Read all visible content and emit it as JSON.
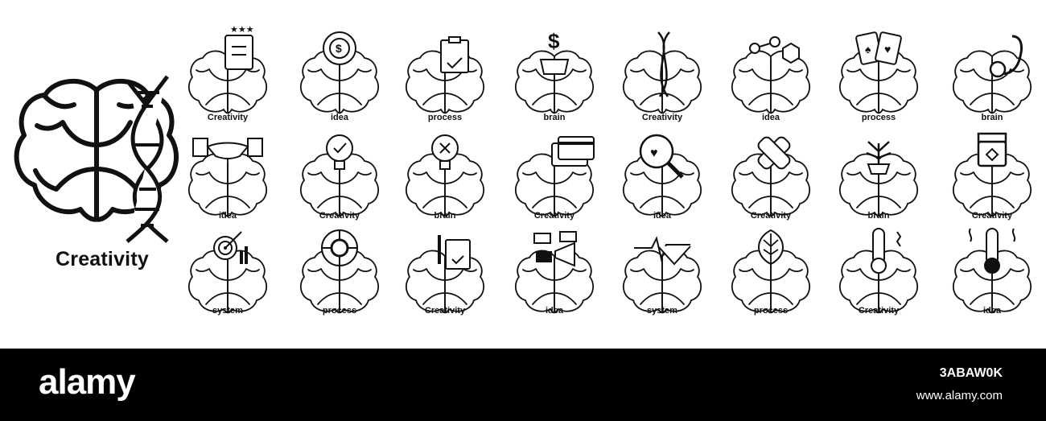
{
  "hero": {
    "title": "Creativity",
    "icon": "brain-dna-icon"
  },
  "icons": [
    {
      "label": "Creativity",
      "icon": "brain-checklist-stars-icon"
    },
    {
      "label": "idea",
      "icon": "brain-dollar-cycle-icon"
    },
    {
      "label": "process",
      "icon": "brain-clipboard-check-icon"
    },
    {
      "label": "brain",
      "icon": "brain-money-plant-icon"
    },
    {
      "label": "Creativity",
      "icon": "brain-dna-icon"
    },
    {
      "label": "idea",
      "icon": "brain-molecule-icon"
    },
    {
      "label": "process",
      "icon": "brain-playing-cards-icon"
    },
    {
      "label": "brain",
      "icon": "brain-stethoscope-icon"
    },
    {
      "label": "idea",
      "icon": "brain-handshake-icon"
    },
    {
      "label": "Creativity",
      "icon": "brain-bulb-check-icon"
    },
    {
      "label": "brain",
      "icon": "brain-bulb-cross-icon"
    },
    {
      "label": "Creativity",
      "icon": "brain-credit-cards-icon"
    },
    {
      "label": "idea",
      "icon": "brain-heart-magnifier-icon"
    },
    {
      "label": "Creativity",
      "icon": "brain-bandage-icon"
    },
    {
      "label": "brain",
      "icon": "brain-cannabis-plant-icon"
    },
    {
      "label": "Creativity",
      "icon": "brain-ring-box-icon"
    },
    {
      "label": "system",
      "icon": "brain-target-chart-icon"
    },
    {
      "label": "process",
      "icon": "brain-gear-cycle-icon"
    },
    {
      "label": "Creativity",
      "icon": "brain-certificate-pen-icon"
    },
    {
      "label": "idea",
      "icon": "brain-megaphone-media-icon"
    },
    {
      "label": "system",
      "icon": "brain-heartbeat-icon"
    },
    {
      "label": "process",
      "icon": "brain-leaf-sprout-icon"
    },
    {
      "label": "Creativity",
      "icon": "brain-thermometer-spark-icon"
    },
    {
      "label": "idea",
      "icon": "brain-thermometer-heat-icon"
    }
  ],
  "footer": {
    "logo": "alamy",
    "image_id": "3ABAW0K",
    "site": "www.alamy.com"
  },
  "colors": {
    "stroke": "#111111",
    "background": "#ffffff",
    "footer": "#000000"
  }
}
